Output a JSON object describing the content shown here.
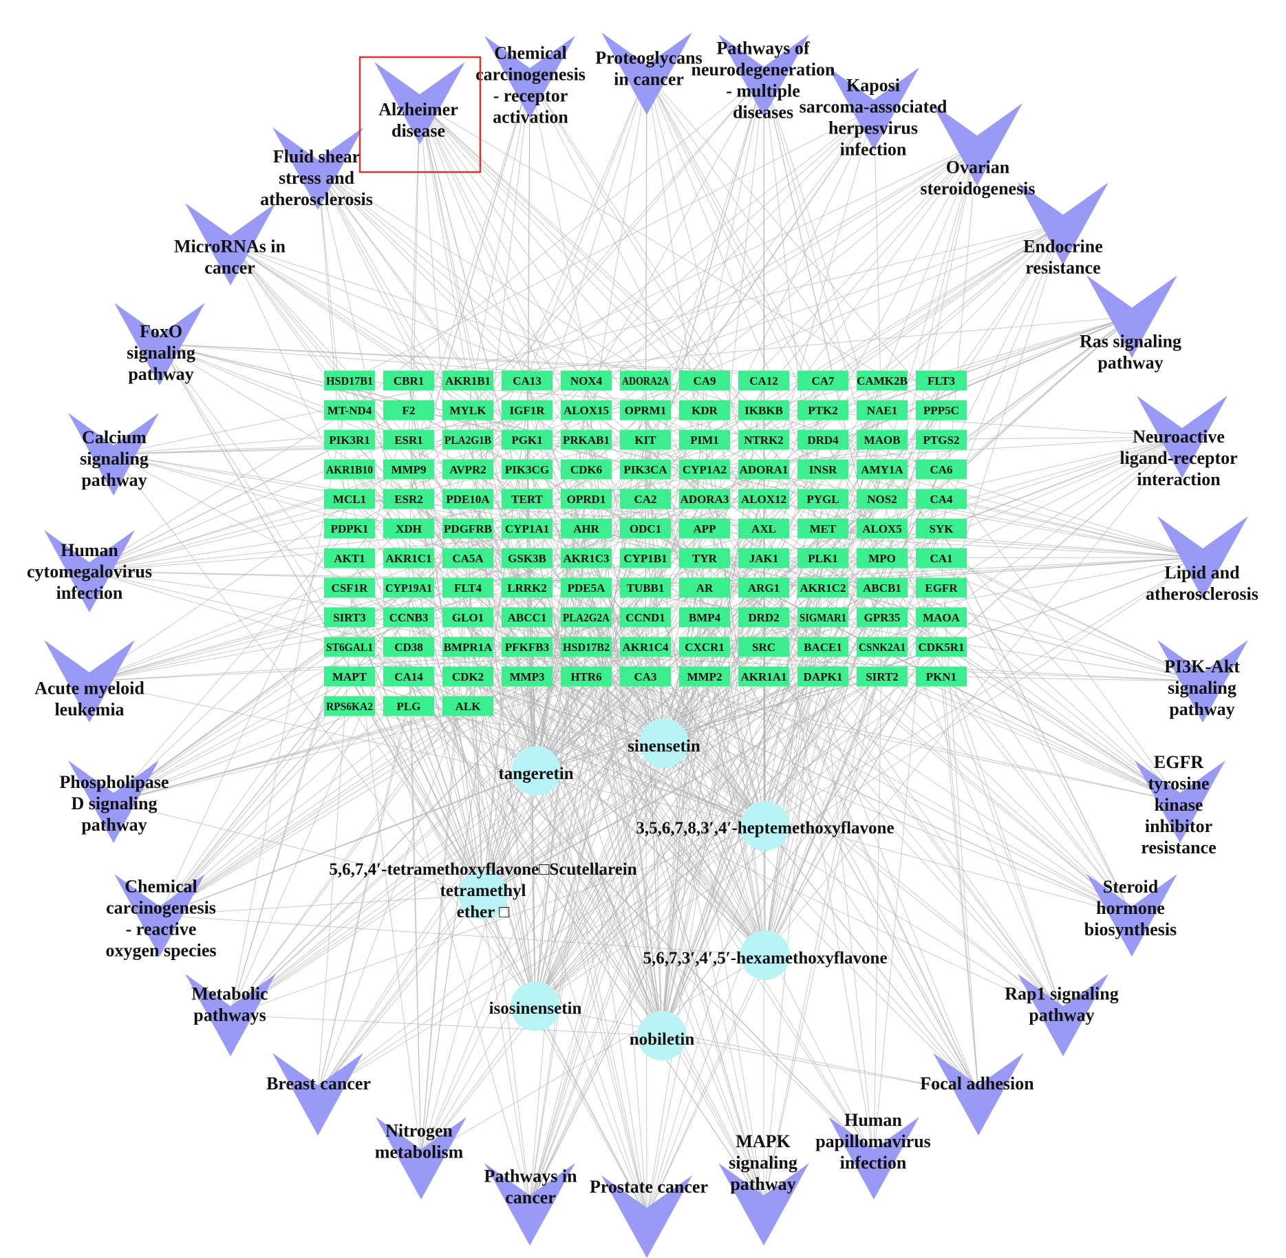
{
  "colors": {
    "pathway_node": "#9999f6",
    "target_node": "#3cef8e",
    "compound_node": "#b8f4f6",
    "edge": "#b3b3b3",
    "highlight_box": "#e0302c",
    "label": "#111111"
  },
  "pathways": [
    [
      "Alzheimer",
      "disease"
    ],
    [
      "Chemical",
      "carcinogenesis",
      "- receptor",
      "activation"
    ],
    [
      "Proteoglycans",
      "in cancer"
    ],
    [
      "Pathways of",
      "neurodegeneration",
      "- multiple",
      "diseases"
    ],
    [
      "Kaposi",
      "sarcoma-associated",
      "herpesvirus",
      "infection"
    ],
    [
      "Ovarian",
      "steroidogenesis"
    ],
    [
      "Endocrine",
      "resistance"
    ],
    [
      "Ras signaling",
      "pathway"
    ],
    [
      "Neuroactive",
      "ligand-receptor",
      "interaction"
    ],
    [
      "Lipid and",
      "atherosclerosis"
    ],
    [
      "PI3K-Akt",
      "signaling",
      "pathway"
    ],
    [
      "EGFR",
      "tyrosine",
      "kinase",
      "inhibitor",
      "resistance"
    ],
    [
      "Steroid",
      "hormone",
      "biosynthesis"
    ],
    [
      "Rap1 signaling",
      "pathway"
    ],
    [
      "Focal adhesion"
    ],
    [
      "Human",
      "papillomavirus",
      "infection"
    ],
    [
      "MAPK",
      "signaling",
      "pathway"
    ],
    [
      "Prostate cancer"
    ],
    [
      "Pathways in",
      "cancer"
    ],
    [
      "Nitrogen",
      "metabolism"
    ],
    [
      "Breast cancer"
    ],
    [
      "Metabolic",
      "pathways"
    ],
    [
      "Chemical",
      "carcinogenesis",
      "- reactive",
      "oxygen species"
    ],
    [
      "Phospholipase",
      "D signaling",
      "pathway"
    ],
    [
      "Acute myeloid",
      "leukemia"
    ],
    [
      "Human",
      "cytomegalovirus",
      "infection"
    ],
    [
      "Calcium",
      "signaling",
      "pathway"
    ],
    [
      "FoxO",
      "signaling",
      "pathway"
    ],
    [
      "MicroRNAs in",
      "cancer"
    ],
    [
      "Fluid shear",
      "stress and",
      "atherosclerosis"
    ]
  ],
  "highlighted_pathway": "Alzheimer disease",
  "targets": [
    [
      "HSD17B1",
      "CBR1",
      "AKR1B1",
      "CA13",
      "NOX4",
      "ADORA2A",
      "CA9",
      "CA12",
      "CA7",
      "CAMK2B",
      "FLT3"
    ],
    [
      "MT-ND4",
      "F2",
      "MYLK",
      "IGF1R",
      "ALOX15",
      "OPRM1",
      "KDR",
      "IKBKB",
      "PTK2",
      "NAE1",
      "PPP5C"
    ],
    [
      "PIK3R1",
      "ESR1",
      "PLA2G1B",
      "PGK1",
      "PRKAB1",
      "KIT",
      "PIM1",
      "NTRK2",
      "DRD4",
      "MAOB",
      "PTGS2"
    ],
    [
      "AKR1B10",
      "MMP9",
      "AVPR2",
      "PIK3CG",
      "CDK6",
      "PIK3CA",
      "CYP1A2",
      "ADORA1",
      "INSR",
      "AMY1A",
      "CA6"
    ],
    [
      "MCL1",
      "ESR2",
      "PDE10A",
      "TERT",
      "OPRD1",
      "CA2",
      "ADORA3",
      "ALOX12",
      "PYGL",
      "NOS2",
      "CA4"
    ],
    [
      "PDPK1",
      "XDH",
      "PDGFRB",
      "CYP1A1",
      "AHR",
      "ODC1",
      "APP",
      "AXL",
      "MET",
      "ALOX5",
      "SYK"
    ],
    [
      "AKT1",
      "AKR1C1",
      "CA5A",
      "GSK3B",
      "AKR1C3",
      "CYP1B1",
      "TYR",
      "JAK1",
      "PLK1",
      "MPO",
      "CA1"
    ],
    [
      "CSF1R",
      "CYP19A1",
      "FLT4",
      "LRRK2",
      "PDE5A",
      "TUBB1",
      "AR",
      "ARG1",
      "AKR1C2",
      "ABCB1",
      "EGFR"
    ],
    [
      "SIRT3",
      "CCNB3",
      "GLO1",
      "ABCC1",
      "PLA2G2A",
      "CCND1",
      "BMP4",
      "DRD2",
      "SIGMAR1",
      "GPR35",
      "MAOA"
    ],
    [
      "ST6GAL1",
      "CD38",
      "BMPR1A",
      "PFKFB3",
      "HSD17B2",
      "AKR1C4",
      "CXCR1",
      "SRC",
      "BACE1",
      "CSNK2A1",
      "CDK5R1"
    ],
    [
      "MAPT",
      "CA14",
      "CDK2",
      "MMP3",
      "HTR6",
      "CA3",
      "MMP2",
      "AKR1A1",
      "DAPK1",
      "SIRT2",
      "PKN1"
    ],
    [
      "RPS6KA2",
      "PLG",
      "ALK"
    ]
  ],
  "compounds": [
    [
      "tangeretin"
    ],
    [
      "sinensetin"
    ],
    [
      "3,5,6,7,8,3′,4′-heptemethoxyflavone"
    ],
    [
      "5,6,7,4′-tetramethoxyflavone□Scutellarein",
      "tetramethyl",
      "ether □"
    ],
    [
      "5,6,7,3′,4′,5′-hexamethoxyflavone"
    ],
    [
      "isosinensetin"
    ],
    [
      "nobiletin"
    ]
  ]
}
